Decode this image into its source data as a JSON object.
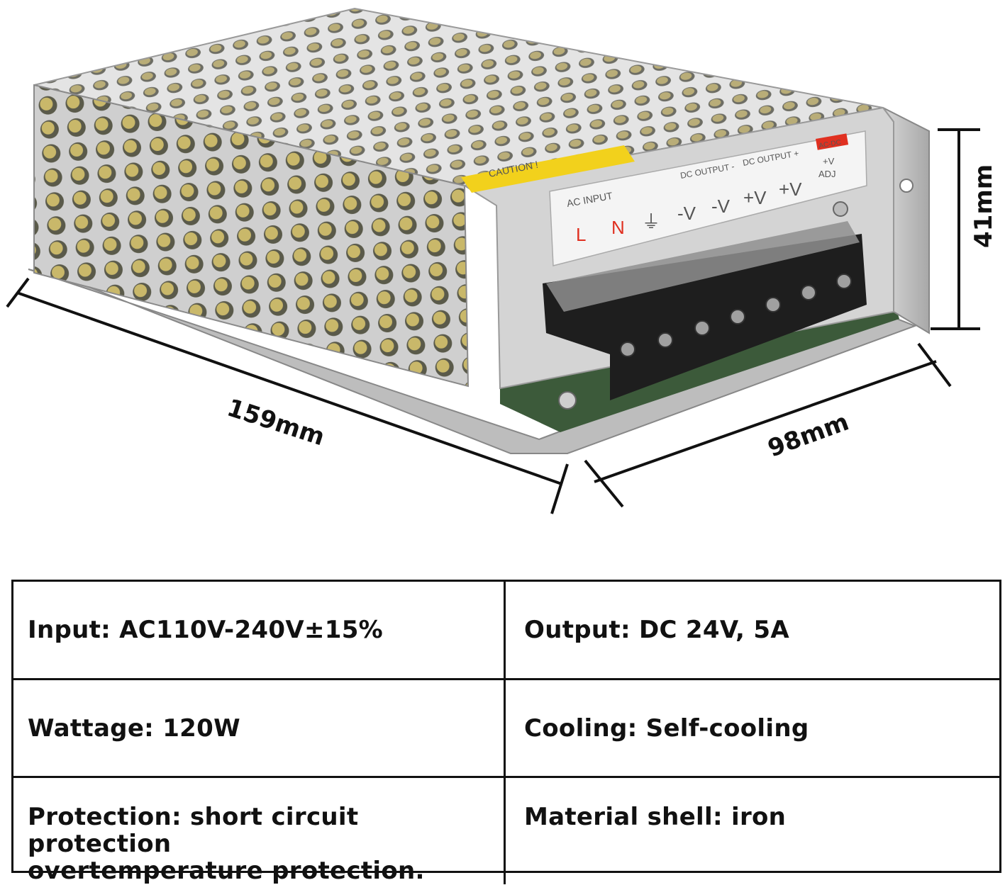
{
  "dimensions": {
    "length": "159mm",
    "width": "98mm",
    "height": "41mm"
  },
  "terminal_panel": {
    "ac_input": "AC INPUT",
    "dc_output_minus": "DC OUTPUT -",
    "dc_output_plus": "DC OUTPUT +",
    "badge": "AC-DC",
    "caution": "CAUTION !",
    "terminals": [
      "L",
      "N",
      "⏚",
      "-V",
      "-V",
      "+V",
      "+V"
    ],
    "adj_line1": "+V",
    "adj_line2": "ADJ"
  },
  "specs": {
    "input": "Input: AC110V-240V±15%",
    "output": "Output: DC 24V, 5A",
    "wattage": "Wattage: 120W",
    "cooling": "Cooling: Self-cooling",
    "protection_line1": "Protection: short circuit protection",
    "protection_line2": "overtemperature protection.",
    "material": "Material shell: iron"
  },
  "colors": {
    "metal_light": "#dcdcdc",
    "metal_dark": "#9a9a9a",
    "terminal_block": "#1e1e1e",
    "label_red": "#e03020",
    "pcb_green": "#3c5a3a",
    "caution_yellow": "#f2d11c"
  }
}
